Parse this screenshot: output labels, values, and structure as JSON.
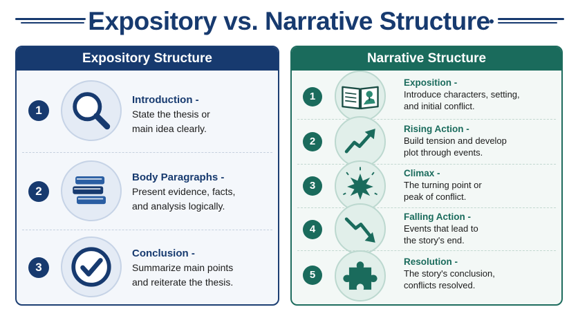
{
  "title": "Expository vs. Narrative Structure",
  "colors": {
    "navy": "#173a6f",
    "teal": "#1a6b5c"
  },
  "expository": {
    "heading": "Expository Structure",
    "steps": [
      {
        "num": "1",
        "title": "Introduction",
        "suffix": " -",
        "desc": [
          "State the thesis or",
          "main idea clearly."
        ],
        "icon": "magnifier-icon"
      },
      {
        "num": "2",
        "title": "Body Paragraphs",
        "suffix": " -",
        "desc": [
          "Present evidence, facts,",
          "and analysis logically."
        ],
        "icon": "books-icon"
      },
      {
        "num": "3",
        "title": "Conclusion",
        "suffix": " -",
        "desc": [
          "Summarize main points",
          "and reiterate the thesis."
        ],
        "icon": "checkmark-icon"
      }
    ]
  },
  "narrative": {
    "heading": "Narrative Structure",
    "steps": [
      {
        "num": "1",
        "title": "Exposition",
        "suffix": " -",
        "desc": [
          "Introduce characters, setting,",
          "and initial conflict."
        ],
        "icon": "open-book-icon"
      },
      {
        "num": "2",
        "title": "Rising Action",
        "suffix": " -",
        "desc": [
          "Build tension and develop",
          "plot through events."
        ],
        "icon": "rising-arrow-icon"
      },
      {
        "num": "3",
        "title": "Climax",
        "suffix": " -",
        "desc": [
          "The turning point or",
          "peak of conflict."
        ],
        "icon": "burst-icon"
      },
      {
        "num": "4",
        "title": "Falling Action",
        "suffix": " -",
        "desc": [
          "Events that lead to",
          "the story's end."
        ],
        "icon": "falling-arrow-icon"
      },
      {
        "num": "5",
        "title": "Resolution",
        "suffix": " -",
        "desc": [
          "The story's conclusion,",
          "conflicts resolved."
        ],
        "icon": "puzzle-piece-icon"
      }
    ]
  }
}
